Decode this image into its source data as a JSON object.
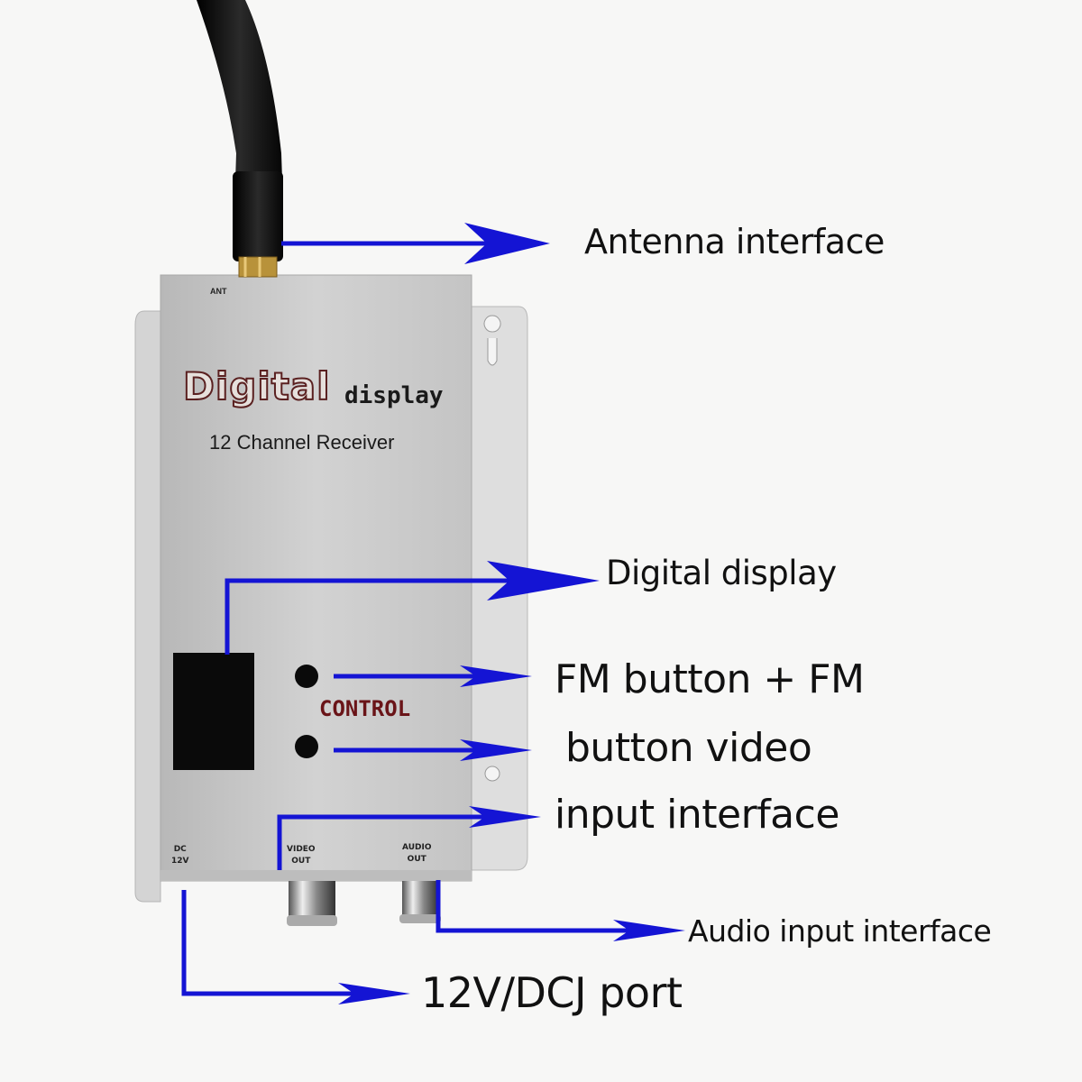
{
  "device": {
    "ant_label": "ANT",
    "brand_word": "Digital",
    "brand_suffix": "display",
    "model": "12 Channel Receiver",
    "control_label": "CONTROL",
    "port_labels": {
      "dc": [
        "DC",
        "12V"
      ],
      "video": [
        "VIDEO",
        "OUT"
      ],
      "audio": [
        "AUDIO",
        "OUT"
      ]
    }
  },
  "callouts": [
    {
      "id": "antenna",
      "text": "Antenna interface"
    },
    {
      "id": "digital-display",
      "text": "Digital display"
    },
    {
      "id": "fm-line1",
      "text": "FM button + FM"
    },
    {
      "id": "fm-line2",
      "text": "button video"
    },
    {
      "id": "fm-line3",
      "text": "input interface"
    },
    {
      "id": "audio",
      "text": "Audio input interface"
    },
    {
      "id": "power",
      "text": "12V/DCJ port"
    }
  ],
  "colors": {
    "arrow": "#1414d4",
    "housing": "#c9c9c9",
    "bracket": "#dadada",
    "control_text": "#6a1418",
    "brand_outline": "#5a2020",
    "background": "#f7f7f6"
  }
}
